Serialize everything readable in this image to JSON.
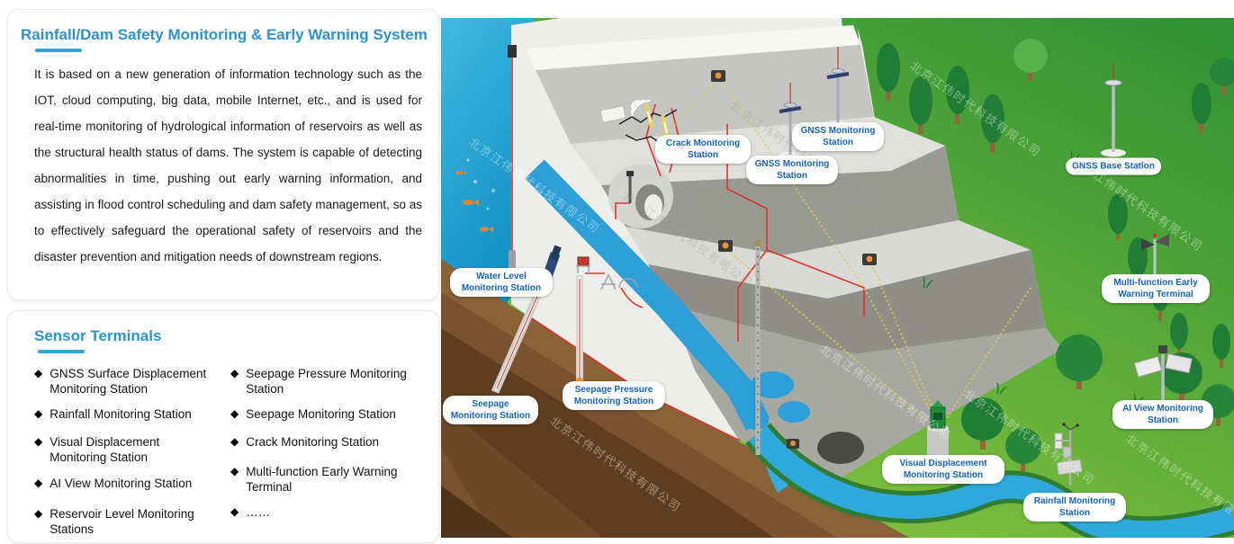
{
  "info_card": {
    "title": "Rainfall/Dam Safety Monitoring & Early Warning System",
    "body": "It is based on a new generation of information technology such as the IOT, cloud computing, big data, mobile Internet, etc., and is used for real-time monitoring of hydrological information of reservoirs as well as the structural health status of dams. The system is capable of detecting abnormalities in time, pushing out early warning information, and assisting in flood control scheduling and dam safety management, so as to effectively safeguard the operational safety of reservoirs and the disaster prevention and mitigation needs of downstream regions."
  },
  "sensor_card": {
    "title": "Sensor Terminals",
    "bullet": "◆",
    "items_left": [
      "GNSS Surface Displacement Monitoring Station",
      "Rainfall Monitoring Station",
      "Visual Displacement Monitoring Station",
      "AI View Monitoring Station",
      "Reservoir Level Monitoring Stations"
    ],
    "items_right": [
      "Seepage Pressure Monitoring Station",
      "Seepage Monitoring Station",
      "Crack Monitoring Station",
      "Multi-function Early Warning Terminal",
      "……"
    ]
  },
  "diagram": {
    "watermark": "北京江伟时代科技有限公司",
    "labels": {
      "water_level": "Water Level Monitoring Station",
      "seepage": "Seepage Monitoring Station",
      "seepage_pressure": "Seepage Pressure Monitoring Station",
      "crack": "Crack Monitoring Station",
      "gnss_1": "GNSS Monitoring Station",
      "gnss_2": "GNSS Monitoring Station",
      "gnss_base": "GNSS Base Station",
      "multi_function": "Multi-function Early Warning Terminal",
      "ai_view": "AI View Monitoring Station",
      "visual_displacement": "Visual Displacement Monitoring Station",
      "rainfall": "Rainfall Monitoring Station"
    }
  },
  "colors": {
    "accent_blue": "#2b93d1",
    "label_text": "#1464bd",
    "water": "#1e9fd0",
    "grass": "#5cb23c",
    "earth": "#7a5230",
    "river": "#2fa9dc"
  }
}
